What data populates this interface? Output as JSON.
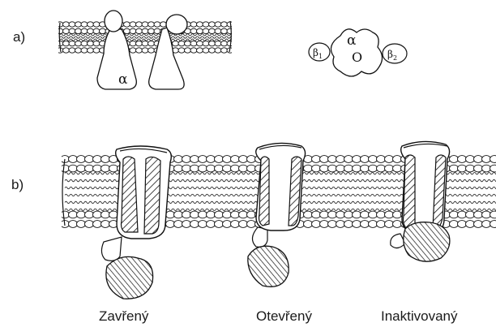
{
  "panel_labels": {
    "a": "a)",
    "b": "b)"
  },
  "subunits": {
    "alpha": "α",
    "pore": "O",
    "beta1": "β",
    "beta1_sub": "1",
    "beta2": "β",
    "beta2_sub": "2"
  },
  "states": [
    "Zavřený",
    "Otevřený",
    "Inaktivovaný"
  ],
  "colors": {
    "ink": "#111111",
    "background": "#ffffff"
  }
}
